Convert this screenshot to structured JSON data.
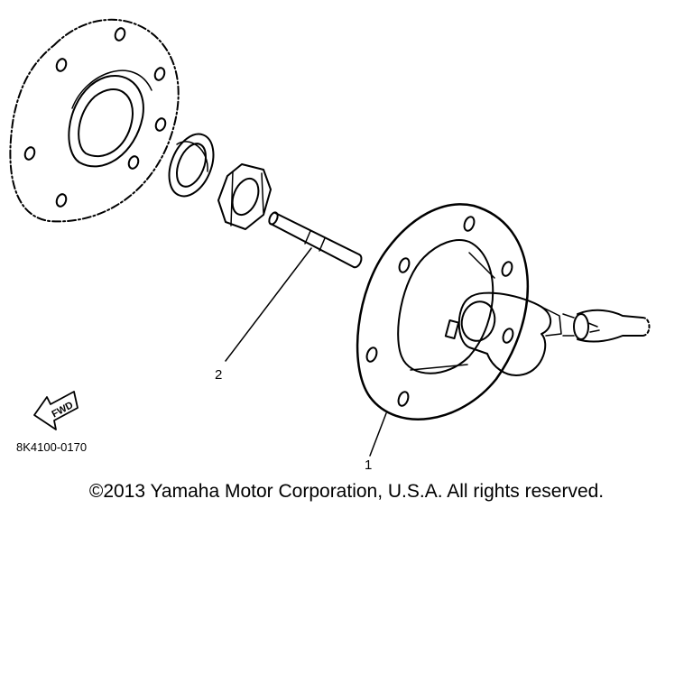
{
  "diagram": {
    "callouts": [
      {
        "id": "1",
        "text": "1"
      },
      {
        "id": "2",
        "text": "2"
      }
    ],
    "fwd_arrow_text": "FWD",
    "drawing_code": "8K4100-0170"
  },
  "footer": {
    "copyright": "©2013 Yamaha Motor Corporation, U.S.A. All rights reserved."
  },
  "colors": {
    "ink": "#000000",
    "background": "#ffffff"
  }
}
